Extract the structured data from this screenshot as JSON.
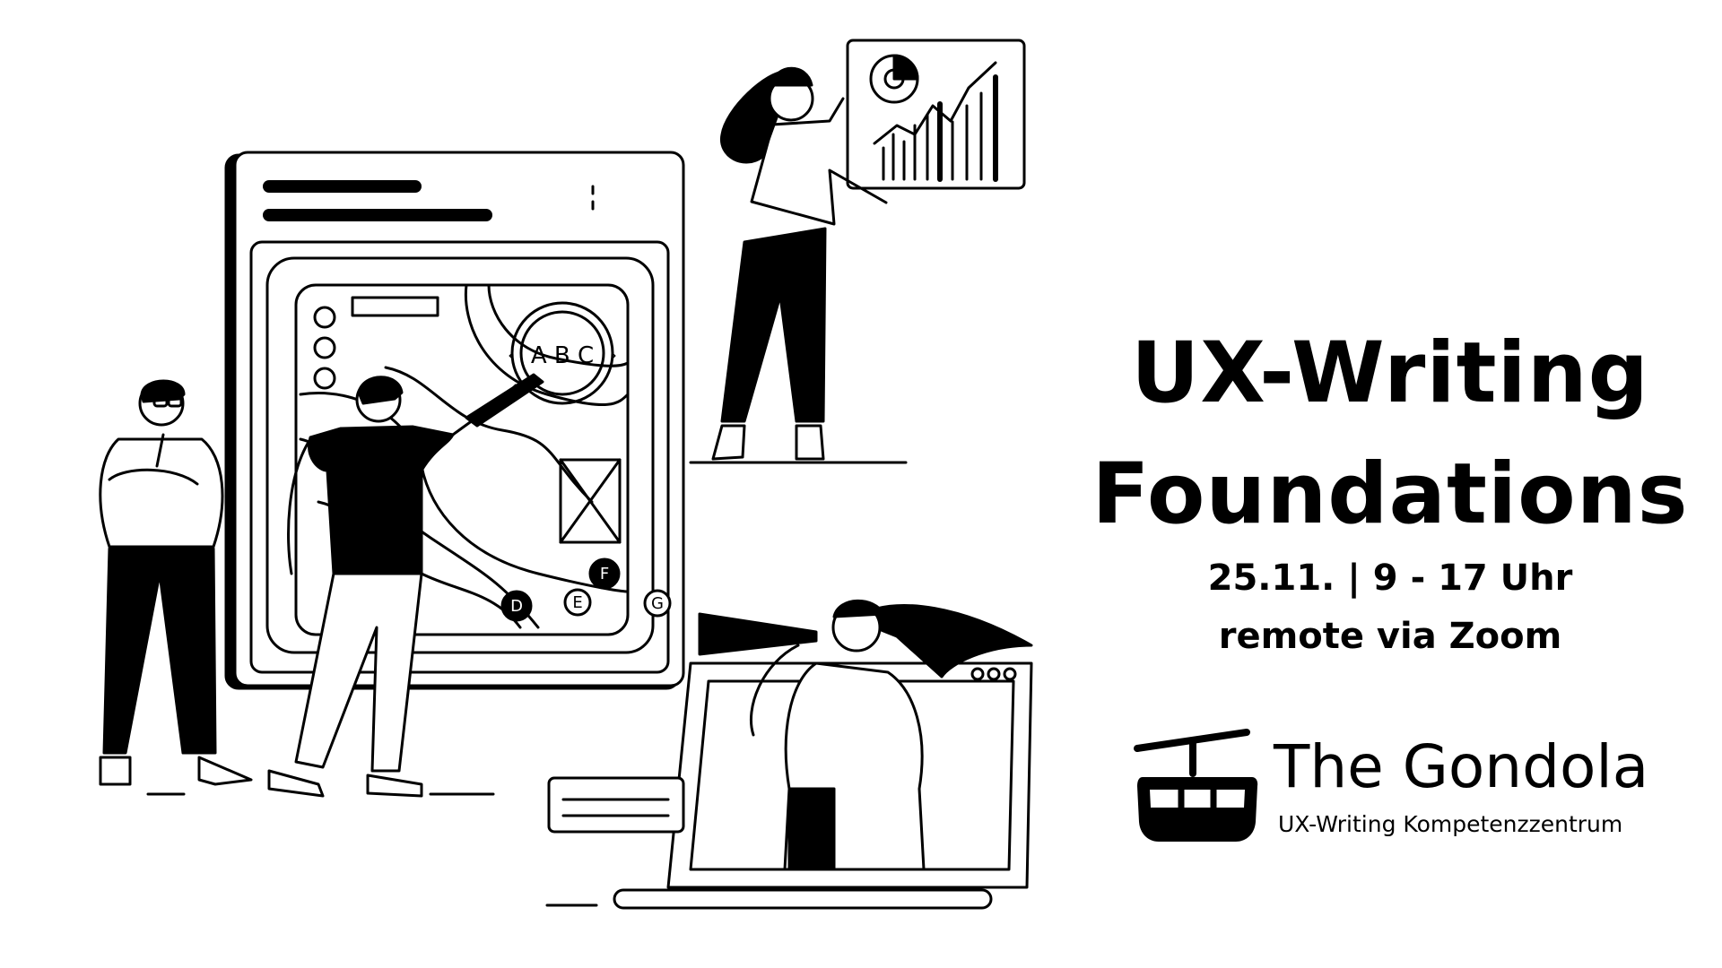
{
  "title": {
    "line1": "UX-Writing",
    "line2": "Foundations"
  },
  "event": {
    "date_time": "25.11. | 9 - 17 Uhr",
    "location": "remote via Zoom"
  },
  "brand": {
    "name": "The Gondola",
    "tagline": "UX-Writing Kompetenzzentrum",
    "icon": "gondola-lift-icon"
  },
  "illustration": {
    "diagram_text": "A B C",
    "markers": [
      "D",
      "E",
      "F",
      "G"
    ]
  }
}
